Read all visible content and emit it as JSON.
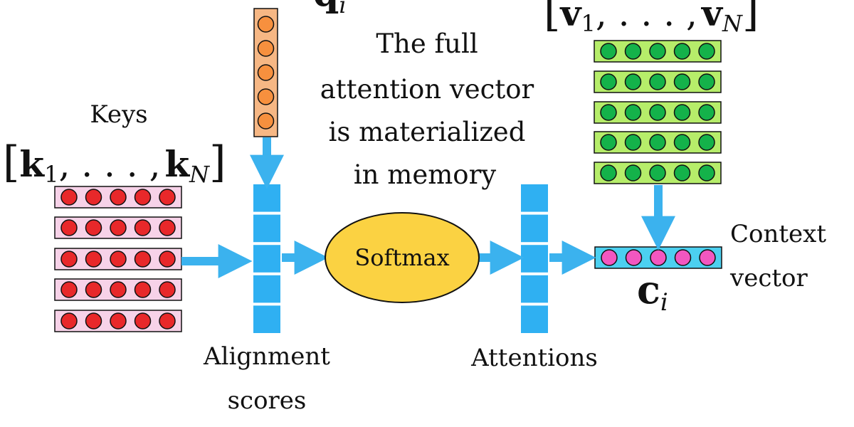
{
  "labels": {
    "keys": "Keys",
    "keys_bracket_open": "[",
    "keys_k1": "k",
    "keys_sub1": "1",
    "keys_dots": ", . . . ,",
    "keys_kN": "k",
    "keys_subN": "N",
    "keys_bracket_close": "]",
    "values_bracket_open": "[",
    "values_v1": "v",
    "values_sub1": "1",
    "values_dots": ", . . . ,",
    "values_vN": "v",
    "values_subN": "N",
    "values_bracket_close": "]",
    "query_q": "q",
    "query_sub": "i",
    "note_line1": "The full",
    "note_line2": "attention vector",
    "note_line3": "is materialized",
    "note_line4": "in memory",
    "softmax": "Softmax",
    "alignment_line1": "Alignment",
    "alignment_line2": "scores",
    "attentions": "Attentions",
    "context_line1": "Context",
    "context_line2": "vector",
    "context_c": "c",
    "context_sub": "i"
  },
  "colors": {
    "arrow": "#3bb2ee",
    "key_fill": "#f7d2e8",
    "key_dot": "#e8282a",
    "query_fill": "#f6b784",
    "query_dot": "#f7903e",
    "value_fill": "#b6ed6a",
    "value_dot": "#14b24a",
    "context_fill": "#4cd0f0",
    "context_dot": "#f257c0",
    "score_cell": "#2fb0f2",
    "softmax_fill": "#fbd242"
  }
}
